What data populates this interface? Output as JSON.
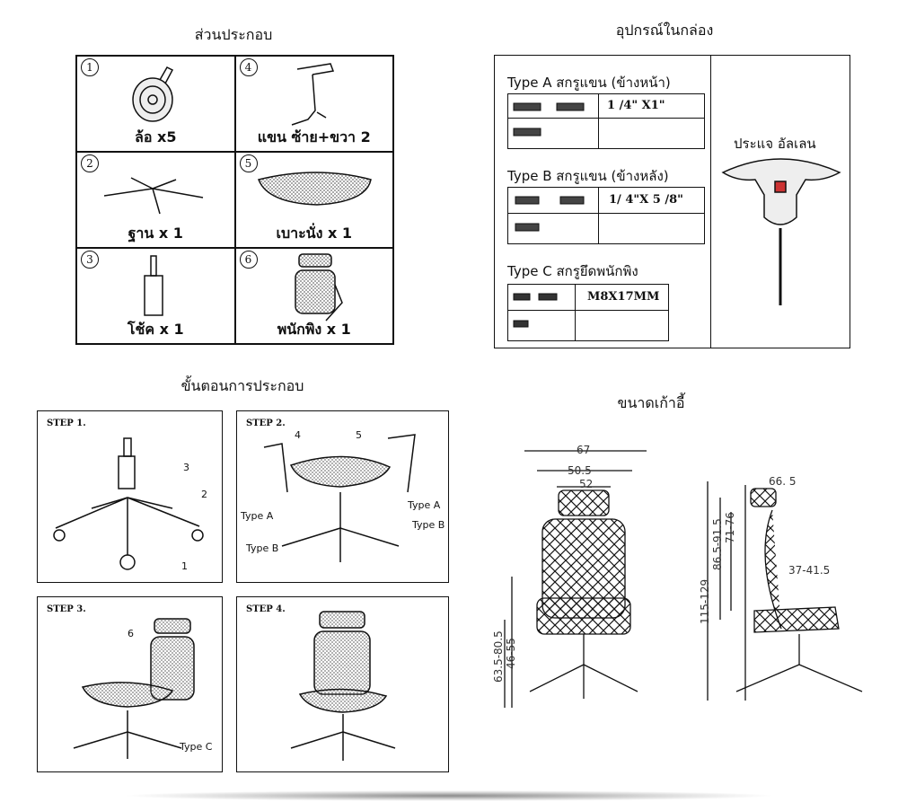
{
  "headings": {
    "parts": "ส่วนประกอบ",
    "accessories": "อุปกรณ์ในกล่อง",
    "steps": "ขั้นตอนการประกอบ",
    "dimensions": "ขนาดเก้าอี้"
  },
  "parts": [
    {
      "num": "1",
      "label": "ล้อ x5",
      "icon": "caster-wheel-icon"
    },
    {
      "num": "4",
      "label": "แขน ซ้าย+ขวา 2",
      "icon": "armrest-icon"
    },
    {
      "num": "2",
      "label": "ฐาน x 1",
      "icon": "star-base-icon"
    },
    {
      "num": "5",
      "label": "เบาะนั่ง x 1",
      "icon": "mesh-seat-icon"
    },
    {
      "num": "3",
      "label": "โช้ค x 1",
      "icon": "gas-lift-icon"
    },
    {
      "num": "6",
      "label": "พนักพิง x 1",
      "icon": "backrest-icon"
    }
  ],
  "accessories": {
    "type_a": {
      "title": "Type A สกรูแขน (ข้างหน้า)",
      "size": "1 /4\" X1\""
    },
    "type_b": {
      "title": "Type B สกรูแขน (ข้างหลัง)",
      "size": "1/ 4\"X 5 /8\""
    },
    "type_c": {
      "title": "Type C สกรูยึดพนักพิง",
      "size": "M8X17MM"
    },
    "wrench": {
      "label": "ประแจ อัลเลน",
      "icon": "allen-key-icon"
    }
  },
  "steps": [
    {
      "label": "STEP 1.",
      "callouts": [
        "3",
        "2",
        "1"
      ]
    },
    {
      "label": "STEP 2.",
      "callouts": [
        "4",
        "5",
        "Type A",
        "Type A",
        "Type B",
        "Type B"
      ]
    },
    {
      "label": "STEP 3.",
      "callouts": [
        "6",
        "Type C"
      ]
    },
    {
      "label": "STEP 4.",
      "callouts": []
    }
  ],
  "dimensions": {
    "front": {
      "w1": "67",
      "w2": "50.5",
      "w3": "52",
      "h1": "63.5-80.5",
      "h2": "46-55"
    },
    "side": {
      "d1": "66. 5",
      "h1": "115-129",
      "h2": "86.5-91.5",
      "h3": "71-76",
      "d2": "37-41.5"
    }
  }
}
